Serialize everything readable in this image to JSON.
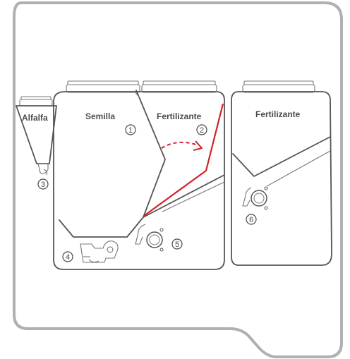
{
  "labels": {
    "alfalfa": "Alfalfa",
    "semilla": "Semilla",
    "fertilizante_1": "Fertilizante",
    "fertilizante_2": "Fertilizante"
  },
  "callouts": [
    "1",
    "2",
    "3",
    "4",
    "5",
    "6"
  ],
  "colors": {
    "frame": "#b0b0b0",
    "outline": "#555555",
    "divider_highlight": "#d0222a",
    "arrow": "#d0222a"
  },
  "icons": [
    "dashed-arrow-icon",
    "metering-roller-icon"
  ]
}
